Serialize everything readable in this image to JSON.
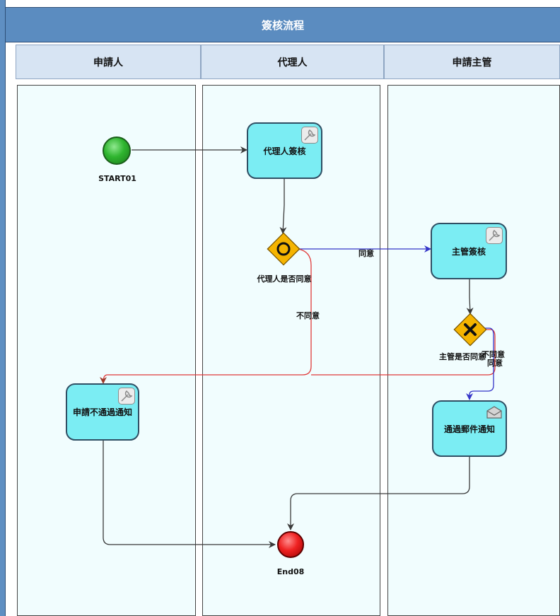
{
  "pool": {
    "title": "簽核流程"
  },
  "lanes": [
    {
      "name": "申請人"
    },
    {
      "name": "代理人"
    },
    {
      "name": "申請主管"
    }
  ],
  "events": {
    "start": {
      "label": "START01"
    },
    "end": {
      "label": "End08"
    }
  },
  "tasks": {
    "agent_sign": {
      "label": "代理人簽核",
      "icon": "wrench-icon"
    },
    "supervisor_sign": {
      "label": "主管簽核",
      "icon": "wrench-icon"
    },
    "reject_notify": {
      "label": "申請不通過通知",
      "icon": "wrench-icon"
    },
    "approve_mail": {
      "label": "通過郵件通知",
      "icon": "envelope-icon"
    }
  },
  "gateways": {
    "agent_agree": {
      "label": "代理人是否同意"
    },
    "supervisor_agree": {
      "label": "主管是否同意"
    }
  },
  "flow_labels": {
    "agree_1": "同意",
    "disagree_1": "不同意",
    "disagree_2": "不同意",
    "agree_2": "同意"
  },
  "colors": {
    "pool_header": "#5b8cc0",
    "lane_header": "#d7e4f3",
    "lane_body": "#f1fdfe",
    "task_fill": "#7bedf3",
    "gateway_fill": "#f5b400",
    "agree_flow": "#3434c8",
    "disagree_flow": "#e03a3a",
    "normal_flow": "#3a3a3a"
  }
}
